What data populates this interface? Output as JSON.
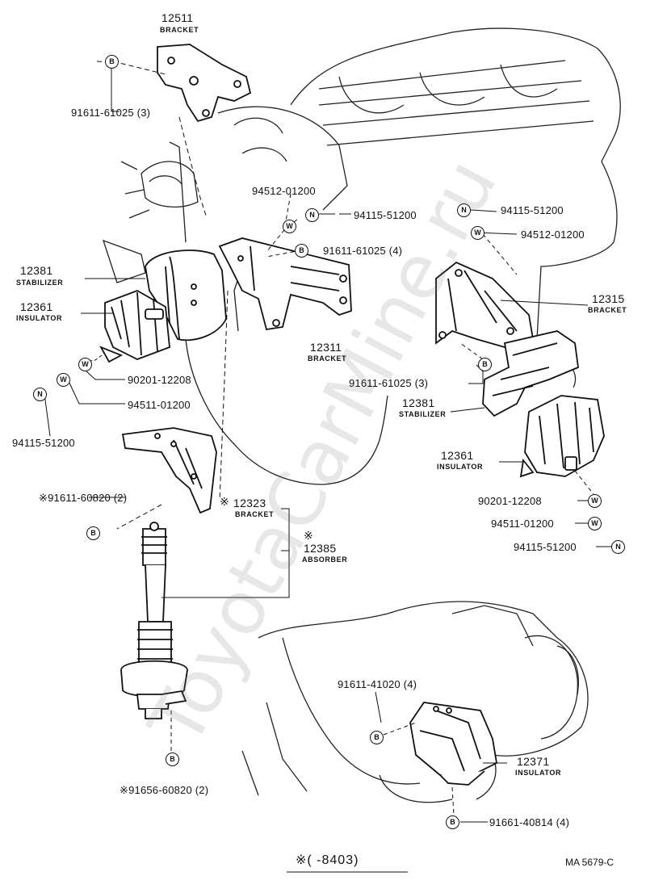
{
  "watermark": "ToyotaCarMine.ru",
  "figure_code": "MA 5679-C",
  "footnote": "※(  -8403)",
  "tag_letters": {
    "b": "B",
    "w": "W",
    "n": "N"
  },
  "parts": {
    "p12511": {
      "num": "12511",
      "name": "BRACKET"
    },
    "b91611_61025_3a": "91611-61025 (3)",
    "w94512_l": "94512-01200",
    "n94115_l": "94115-51200",
    "b91611_61025_4": "91611-61025 (4)",
    "p12381_l": {
      "num": "12381",
      "name": "STABILIZER"
    },
    "p12361_l": {
      "num": "12361",
      "name": "INSULATOR"
    },
    "p12311": {
      "num": "12311",
      "name": "BRACKET"
    },
    "w90201_l": "90201-12208",
    "w94511_l": "94511-01200",
    "n94115_ll": "94115-51200",
    "b91611_60820": "※91611-60820 (2)",
    "p12323": {
      "num": "12323",
      "name": "BRACKET",
      "mark": "※"
    },
    "p12385": {
      "num": "12385",
      "name": "ABSORBER",
      "mark": "※"
    },
    "b91656_60820": "※91656-60820 (2)",
    "n94115_r": "94115-51200",
    "w94512_r": "94512-01200",
    "p12315": {
      "num": "12315",
      "name": "BRACKET"
    },
    "b91611_61025_3b": "91611-61025 (3)",
    "p12381_r": {
      "num": "12381",
      "name": "STABILIZER"
    },
    "p12361_r": {
      "num": "12361",
      "name": "INSULATOR"
    },
    "w90201_r": "90201-12208",
    "w94511_r": "94511-01200",
    "n94115_rr": "94115-51200",
    "b91611_41020": "91611-41020 (4)",
    "p12371": {
      "num": "12371",
      "name": "INSULATOR"
    },
    "b91661_40814": "91661-40814 (4)"
  }
}
